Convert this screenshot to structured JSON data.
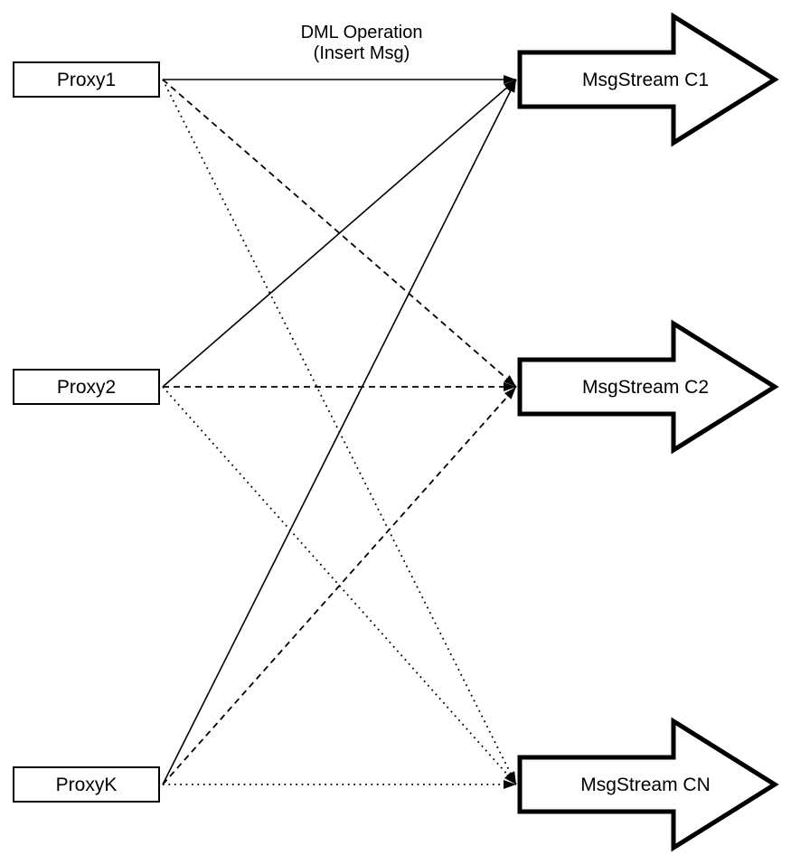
{
  "diagram": {
    "title": "DML Operation\n(Insert Msg)",
    "proxies": [
      {
        "id": "proxy1",
        "label": "Proxy1"
      },
      {
        "id": "proxy2",
        "label": "Proxy2"
      },
      {
        "id": "proxyk",
        "label": "ProxyK"
      }
    ],
    "streams": [
      {
        "id": "c1",
        "label": "MsgStream C1",
        "incoming_line_style": "solid"
      },
      {
        "id": "c2",
        "label": "MsgStream C2",
        "incoming_line_style": "dashed"
      },
      {
        "id": "cn",
        "label": "MsgStream CN",
        "incoming_line_style": "dotted"
      }
    ],
    "edges": [
      {
        "from": "Proxy1",
        "to": "MsgStream C1",
        "style": "solid"
      },
      {
        "from": "Proxy2",
        "to": "MsgStream C1",
        "style": "solid"
      },
      {
        "from": "ProxyK",
        "to": "MsgStream C1",
        "style": "solid"
      },
      {
        "from": "Proxy1",
        "to": "MsgStream C2",
        "style": "dashed"
      },
      {
        "from": "Proxy2",
        "to": "MsgStream C2",
        "style": "dashed"
      },
      {
        "from": "ProxyK",
        "to": "MsgStream C2",
        "style": "dashed"
      },
      {
        "from": "Proxy1",
        "to": "MsgStream CN",
        "style": "dotted"
      },
      {
        "from": "Proxy2",
        "to": "MsgStream CN",
        "style": "dotted"
      },
      {
        "from": "ProxyK",
        "to": "MsgStream CN",
        "style": "dotted"
      }
    ],
    "colors": {
      "line": "#000000",
      "shape_fill": "#ffffff",
      "background": "#ffffff"
    }
  }
}
